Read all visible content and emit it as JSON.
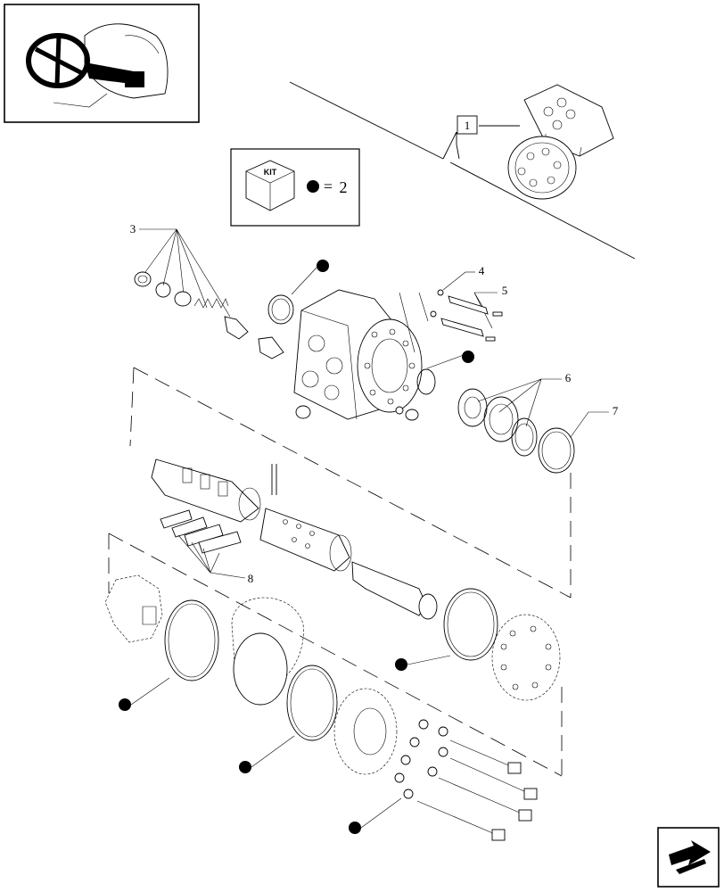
{
  "kit": {
    "box_label": "KIT",
    "equals": "=",
    "quantity": "2"
  },
  "callouts": {
    "assembly_ref": "1",
    "n3": "3",
    "n4": "4",
    "n5": "5",
    "n6": "6",
    "n7": "7",
    "n8": "8"
  },
  "icons": {
    "thumbnail": "steering-wheel-location-icon",
    "navigation": "next-page-arrow-icon",
    "kit_marker": "kit-dot-icon"
  }
}
